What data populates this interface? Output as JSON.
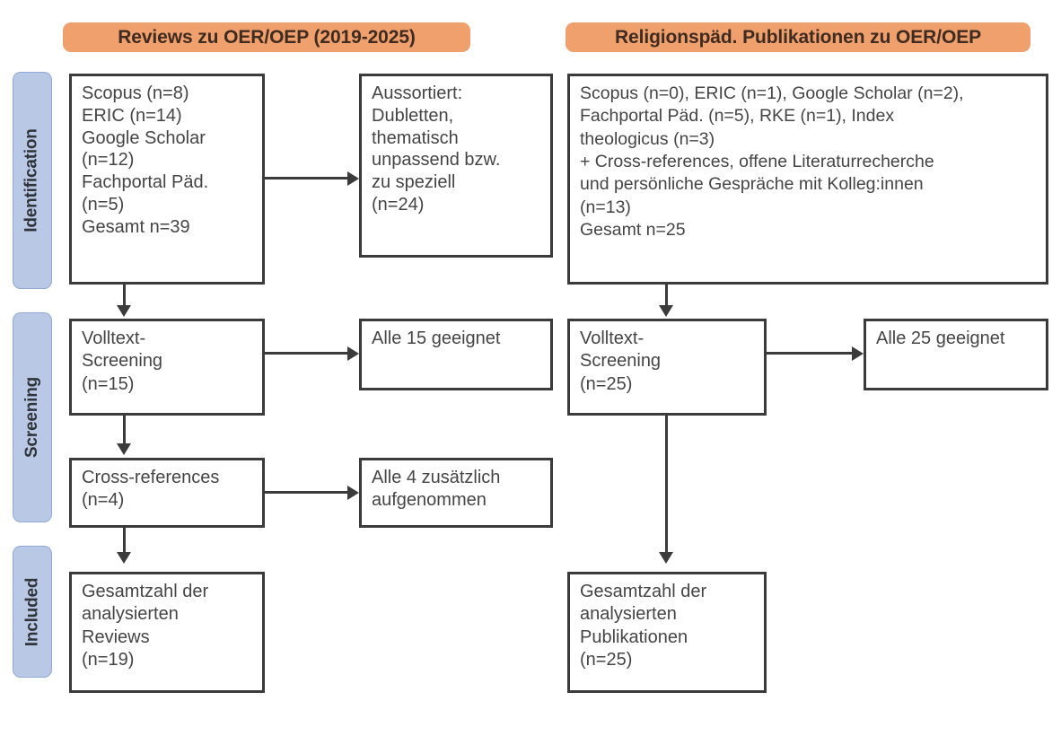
{
  "diagram": {
    "type": "prisma-flow-diagram",
    "title_left": "Reviews zu OER/OEP (2019-2025)",
    "title_right": "Religionspäd. Publikationen zu OER/OEP",
    "accent_orange": "#EFA06C",
    "accent_blue": "#B9C9E5",
    "box_border": "#3b3b3b"
  },
  "stages": [
    {
      "label": "Identification"
    },
    {
      "label": "Screening"
    },
    {
      "label": "Included"
    }
  ],
  "columns": {
    "left": {
      "header": "Reviews zu OER/OEP (2019-2025)",
      "identification_box": {
        "lines": [
          "Scopus (n=8)",
          "ERIC (n=14)",
          "Google Scholar",
          "(n=12)",
          "Fachportal Päd.",
          "(n=5)",
          "Gesamt n=39"
        ]
      },
      "excluded_box": {
        "lines": [
          "Aussortiert:",
          "Dubletten,",
          "thematisch",
          "unpassend bzw.",
          "zu speziell",
          "(n=24)"
        ]
      },
      "screening_box": {
        "lines": [
          "Volltext-",
          "Screening",
          "(n=15)"
        ]
      },
      "screening_result_box": {
        "lines": [
          "Alle 15 geeignet"
        ]
      },
      "crossref_box": {
        "lines": [
          "Cross-references",
          "(n=4)"
        ]
      },
      "crossref_result_box": {
        "lines": [
          "Alle 4 zusätzlich",
          "aufgenommen"
        ]
      },
      "included_box": {
        "lines": [
          "Gesamtzahl der",
          "analysierten",
          "Reviews",
          "(n=19)"
        ]
      }
    },
    "right": {
      "header": "Religionspäd. Publikationen zu OER/OEP",
      "identification_box": {
        "lines": [
          "Scopus (n=0), ERIC (n=1), Google Scholar (n=2),",
          "Fachportal Päd. (n=5), RKE (n=1), Index",
          "theologicus (n=3)",
          "+ Cross-references, offene Literaturrecherche",
          "und persönliche Gespräche mit Kolleg:innen",
          "(n=13)",
          "Gesamt n=25"
        ]
      },
      "screening_box": {
        "lines": [
          "Volltext-",
          "Screening",
          "(n=25)"
        ]
      },
      "screening_result_box": {
        "lines": [
          "Alle 25 geeignet"
        ]
      },
      "included_box": {
        "lines": [
          "Gesamtzahl der",
          "analysierten",
          "Publikationen",
          "(n=25)"
        ]
      }
    }
  },
  "counts": {
    "left_scopus": 8,
    "left_eric": 14,
    "left_google_scholar": 12,
    "left_fachportal": 5,
    "left_total": 39,
    "left_excluded": 24,
    "left_fulltext_screening": 15,
    "left_screening_suitable": 15,
    "left_crossrefs": 4,
    "left_crossrefs_added": 4,
    "left_included": 19,
    "right_scopus": 0,
    "right_eric": 1,
    "right_google_scholar": 2,
    "right_fachportal": 5,
    "right_rke": 1,
    "right_index_theologicus": 3,
    "right_other_sources": 13,
    "right_total": 25,
    "right_fulltext_screening": 25,
    "right_screening_suitable": 25,
    "right_included": 25
  }
}
